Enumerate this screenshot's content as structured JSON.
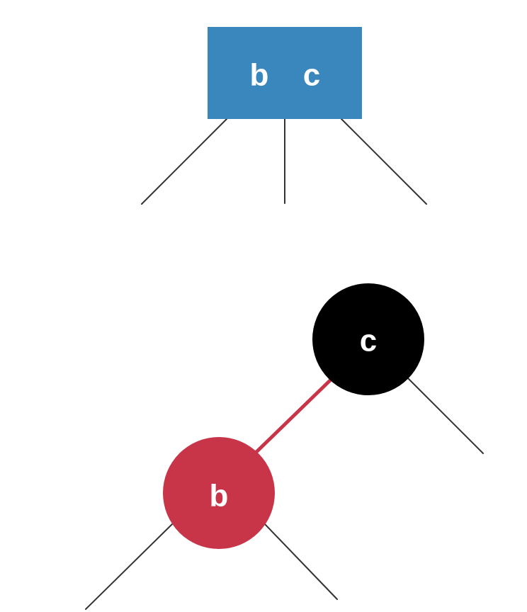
{
  "colors": {
    "node_23": "#3a87bd",
    "black_node": "#000000",
    "red_node": "#c83549",
    "red_link": "#c83549",
    "edge": "#333333",
    "label": "#ffffff"
  },
  "two_three_tree": {
    "node_keys": [
      "b",
      "c"
    ]
  },
  "red_black_tree": {
    "black_node": {
      "key": "c"
    },
    "red_node": {
      "key": "b"
    }
  }
}
